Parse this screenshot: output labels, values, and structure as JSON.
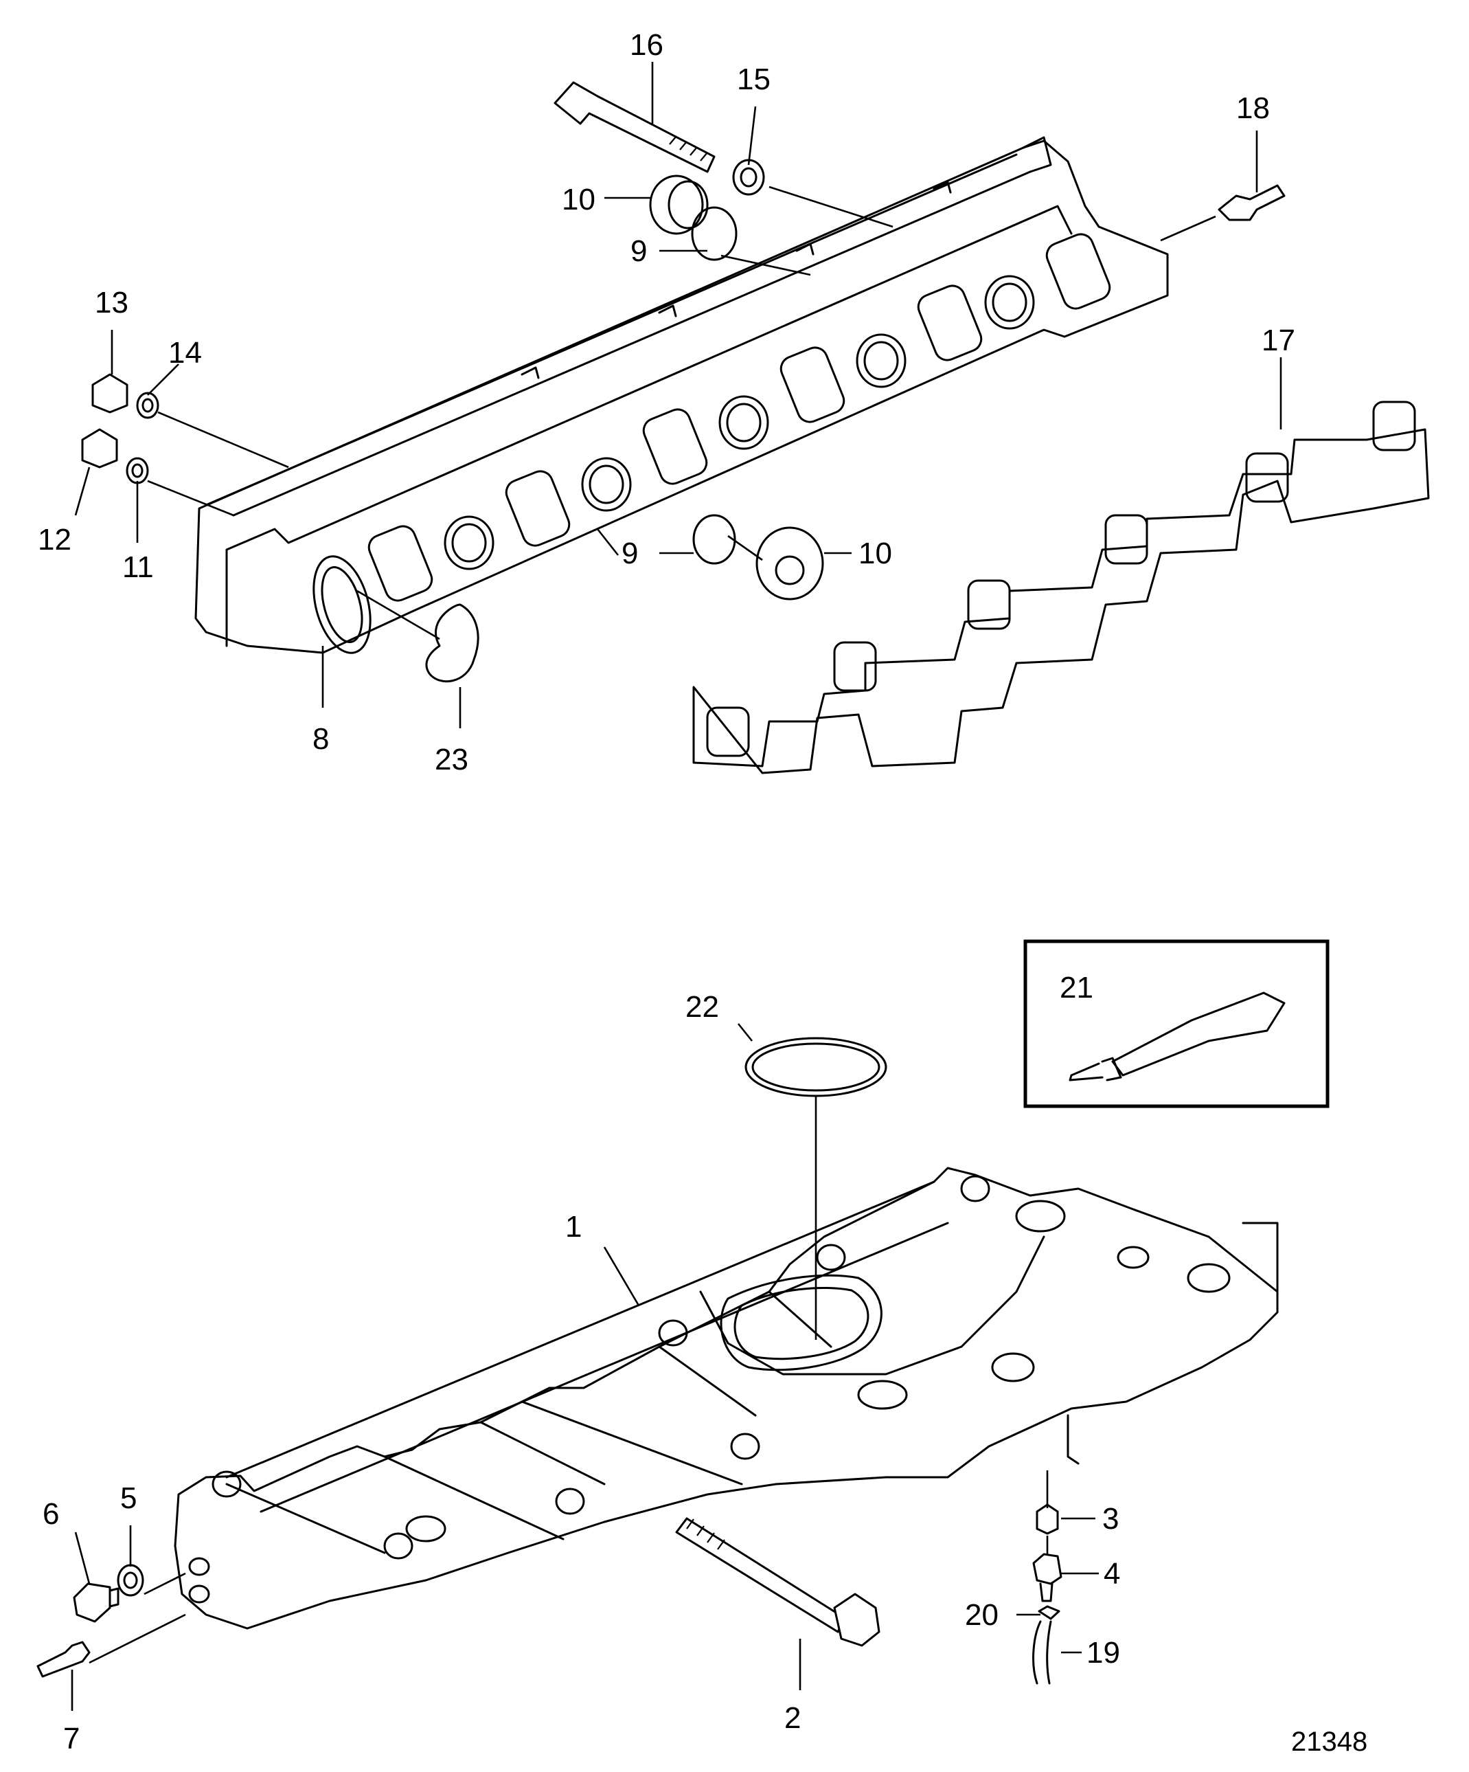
{
  "drawing_number": "21348",
  "callouts": [
    {
      "id": "c1",
      "text": "1"
    },
    {
      "id": "c2",
      "text": "2"
    },
    {
      "id": "c3",
      "text": "3"
    },
    {
      "id": "c4",
      "text": "4"
    },
    {
      "id": "c5",
      "text": "5"
    },
    {
      "id": "c6",
      "text": "6"
    },
    {
      "id": "c7",
      "text": "7"
    },
    {
      "id": "c8",
      "text": "8"
    },
    {
      "id": "c9a",
      "text": "9"
    },
    {
      "id": "c9b",
      "text": "9"
    },
    {
      "id": "c10a",
      "text": "10"
    },
    {
      "id": "c10b",
      "text": "10"
    },
    {
      "id": "c11",
      "text": "11"
    },
    {
      "id": "c12",
      "text": "12"
    },
    {
      "id": "c13",
      "text": "13"
    },
    {
      "id": "c14",
      "text": "14"
    },
    {
      "id": "c15",
      "text": "15"
    },
    {
      "id": "c16",
      "text": "16"
    },
    {
      "id": "c17",
      "text": "17"
    },
    {
      "id": "c18",
      "text": "18"
    },
    {
      "id": "c19",
      "text": "19"
    },
    {
      "id": "c20",
      "text": "20"
    },
    {
      "id": "c21",
      "text": "21"
    },
    {
      "id": "c22",
      "text": "22"
    },
    {
      "id": "c23",
      "text": "23"
    }
  ]
}
